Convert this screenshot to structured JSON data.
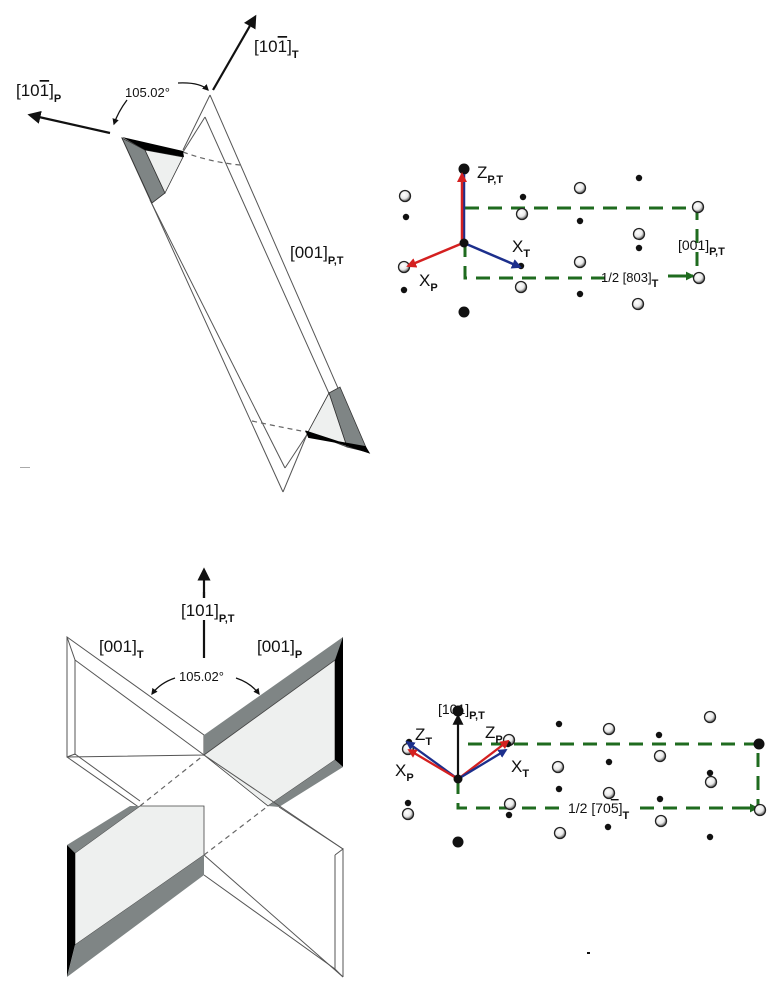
{
  "colors": {
    "parent_axis": "#d42020",
    "twin_axis": "#1c2f8c",
    "translation": "#1f6b1f",
    "shade_dark": "#7f8585",
    "shade_light": "#eef0ef",
    "edge_black": "#000000"
  },
  "top_panel": {
    "plate": {
      "dir_parent": {
        "base": "[10",
        "bar": "1",
        "close": "]",
        "sub": "P"
      },
      "dir_twin": {
        "base": "[10",
        "bar": "1",
        "close": "]",
        "sub": "T"
      },
      "angle": "105.02°",
      "common_axis": {
        "text": "[001]",
        "sub": "P,T"
      }
    },
    "lattice": {
      "z_axis": {
        "text": "Z",
        "sub": "P,T"
      },
      "x_twin": {
        "text": "X",
        "sub": "T"
      },
      "x_parent": {
        "text": "X",
        "sub": "P"
      },
      "vertical_vector": {
        "text": "[001]",
        "sub": "P,T"
      },
      "translation": {
        "prefix": "1/2 [803]",
        "sub": "T"
      }
    }
  },
  "bottom_panel": {
    "plate": {
      "normal": {
        "text": "[101]",
        "sub": "P,T"
      },
      "twin_axis": {
        "text": "[001]",
        "sub": "T"
      },
      "parent_axis": {
        "text": "[001]",
        "sub": "P"
      },
      "angle": "105.02°"
    },
    "lattice": {
      "normal": {
        "text": "[101]",
        "sub": "P,T"
      },
      "z_twin": {
        "text": "Z",
        "sub": "T"
      },
      "z_parent": {
        "text": "Z",
        "sub": "P"
      },
      "x_parent": {
        "text": "X",
        "sub": "P"
      },
      "x_twin": {
        "text": "X",
        "sub": "T"
      },
      "translation": {
        "prefix": "1/2 [70",
        "bar": "5",
        "close": "]",
        "sub": "T"
      }
    }
  }
}
